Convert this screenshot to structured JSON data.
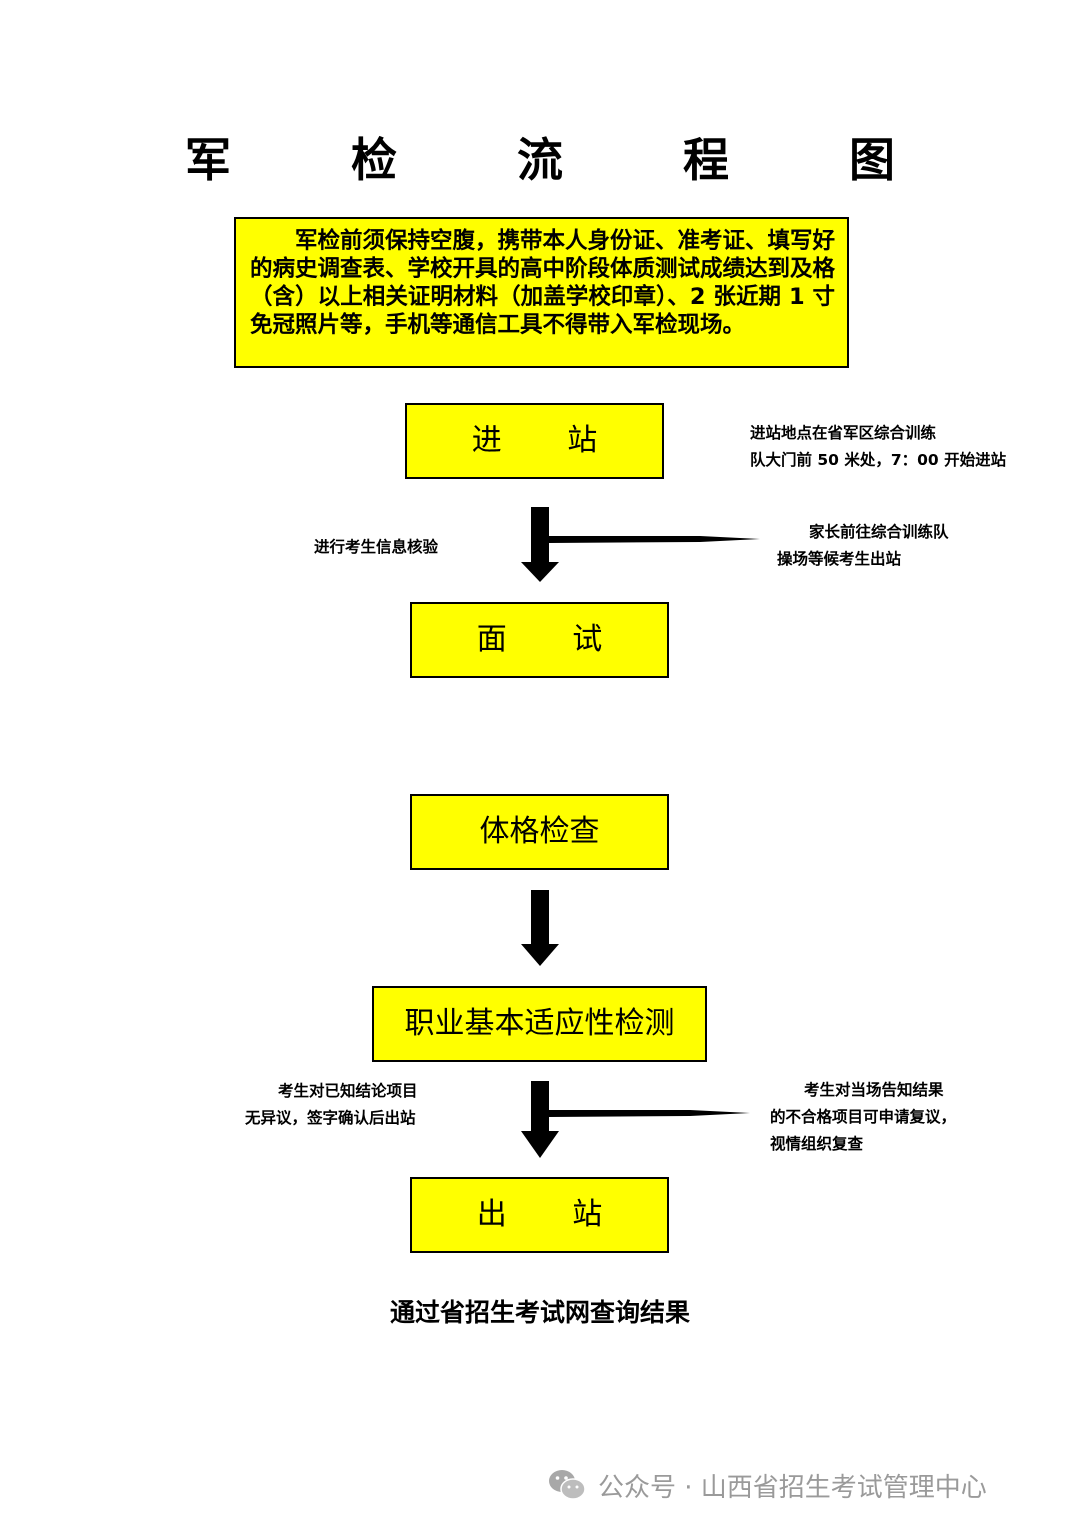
{
  "title": "军 检 流 程 图",
  "notice": "军检前须保持空腹，携带本人身份证、准考证、填写好的病史调查表、学校开具的高中阶段体质测试成绩达到及格（含）以上相关证明材料（加盖学校印章）、2 张近期 1 寸免冠照片等，手机等通信工具不得带入军检现场。",
  "steps": {
    "entry": "进 站",
    "interview": "面 试",
    "physical": "体格检查",
    "aptitude": "职业基本适应性检测",
    "exit": "出 站"
  },
  "notes": {
    "entry_location_1": "进站地点在省军区综合训练",
    "entry_location_2": "队大门前 50 米处，7：00 开始进站",
    "info_check": "进行考生信息核验",
    "parents_1": "家长前往综合训练队",
    "parents_2": "操场等候考生出站",
    "no_objection_1": "考生对已知结论项目",
    "no_objection_2": "无异议，签字确认后出站",
    "recheck_1": "考生对当场告知结果",
    "recheck_2": "的不合格项目可申请复议，",
    "recheck_3": "视情组织复查"
  },
  "result_query": "通过省招生考试网查询结果",
  "watermark": "公众号 · 山西省招生考试管理中心",
  "colors": {
    "box_fill": "#ffff00",
    "border": "#000000",
    "watermark": "#9a9a9a"
  },
  "icons": {
    "watermark_icon": "wechat-icon"
  }
}
